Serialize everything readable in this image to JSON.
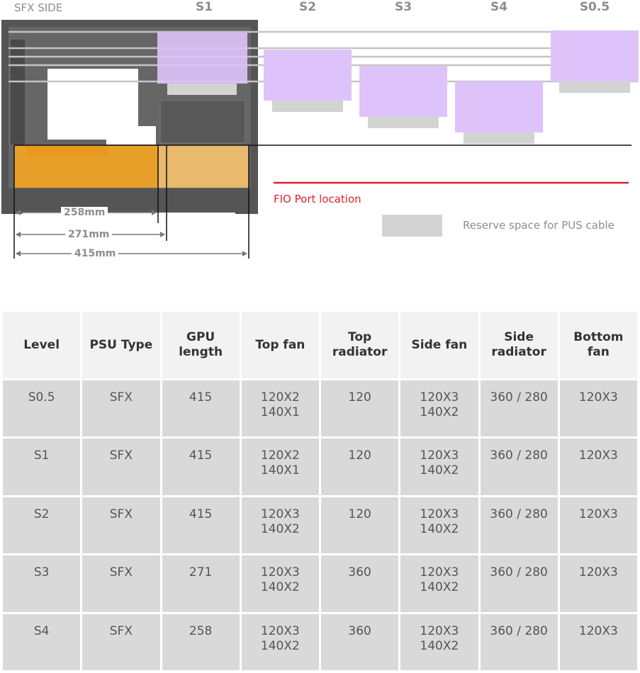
{
  "diagram": {
    "side_label": "SFX SIDE",
    "levels": [
      "S1",
      "S2",
      "S3",
      "S4",
      "S0.5"
    ],
    "fio_label": "FIO Port location",
    "legend_label": "Reserve space for PUS cable",
    "dimensions": [
      "258mm",
      "271mm",
      "415mm"
    ],
    "colors": {
      "gpu": "#e8a02a",
      "radiator": "#dec3fb",
      "reserve": "#d3d3d3",
      "fio": "#e2202b"
    }
  },
  "table": {
    "headers": [
      [
        "Level"
      ],
      [
        "PSU Type"
      ],
      [
        "GPU",
        "length"
      ],
      [
        "Top fan"
      ],
      [
        "Top",
        "radiator"
      ],
      [
        "Side fan"
      ],
      [
        "Side",
        "radiator"
      ],
      [
        "Bottom",
        "fan"
      ]
    ],
    "rows": [
      {
        "level": "S0.5",
        "psu": "SFX",
        "gpu": "415",
        "top_fan": [
          "120X2",
          "140X1"
        ],
        "top_rad": "120",
        "side_fan": [
          "120X3",
          "140X2"
        ],
        "side_rad": "360 / 280",
        "bottom_fan": "120X3"
      },
      {
        "level": "S1",
        "psu": "SFX",
        "gpu": "415",
        "top_fan": [
          "120X2",
          "140X1"
        ],
        "top_rad": "120",
        "side_fan": [
          "120X3",
          "140X2"
        ],
        "side_rad": "360 / 280",
        "bottom_fan": "120X3"
      },
      {
        "level": "S2",
        "psu": "SFX",
        "gpu": "415",
        "top_fan": [
          "120X3",
          "140X2"
        ],
        "top_rad": "120",
        "side_fan": [
          "120X3",
          "140X2"
        ],
        "side_rad": "360 / 280",
        "bottom_fan": "120X3"
      },
      {
        "level": "S3",
        "psu": "SFX",
        "gpu": "271",
        "top_fan": [
          "120X3",
          "140X2"
        ],
        "top_rad": "360",
        "side_fan": [
          "120X3",
          "140X2"
        ],
        "side_rad": "360 / 280",
        "bottom_fan": "120X3"
      },
      {
        "level": "S4",
        "psu": "SFX",
        "gpu": "258",
        "top_fan": [
          "120X3",
          "140X2"
        ],
        "top_rad": "360",
        "side_fan": [
          "120X3",
          "140X2"
        ],
        "side_rad": "360 / 280",
        "bottom_fan": "120X3"
      }
    ]
  }
}
